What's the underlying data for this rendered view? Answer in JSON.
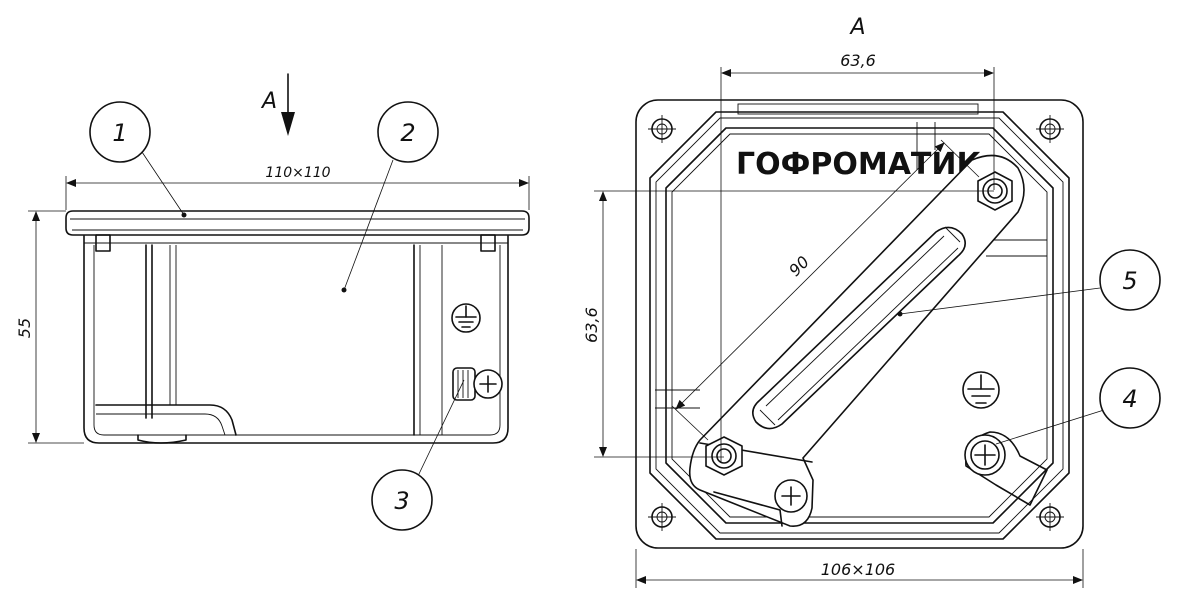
{
  "view_marks": {
    "side_view": "A",
    "top_view": "A"
  },
  "dimensions": {
    "side_width": "110×110",
    "side_height": "55",
    "top_width": "63,6",
    "top_height": "63,6",
    "diagonal": "90",
    "base": "106×106"
  },
  "brand_label": "ГОФРОМАТИК",
  "callouts": {
    "lid": "1",
    "body": "2",
    "ground_screw_side": "3",
    "ground_screw_top": "4",
    "jumper_bar": "5"
  },
  "icons": [
    "ground-symbol-icon",
    "screw-head-icon",
    "hex-nut-icon",
    "mounting-hole-icon",
    "view-arrow-icon"
  ]
}
